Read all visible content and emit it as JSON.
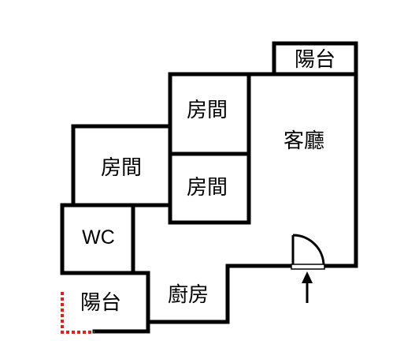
{
  "floorplan": {
    "rooms": {
      "balcony_top": "陽台",
      "bedroom_top": "房間",
      "living_room": "客廳",
      "bedroom_left": "房間",
      "bedroom_middle": "房間",
      "wc": "WC",
      "balcony_bottom": "陽台",
      "kitchen": "廚房"
    },
    "colors": {
      "wall": "#000000",
      "open_edge_dotted": "#e02020",
      "background": "#ffffff"
    },
    "icons": {
      "door": "door-swing-icon",
      "entrance": "entrance-arrow-icon"
    }
  }
}
